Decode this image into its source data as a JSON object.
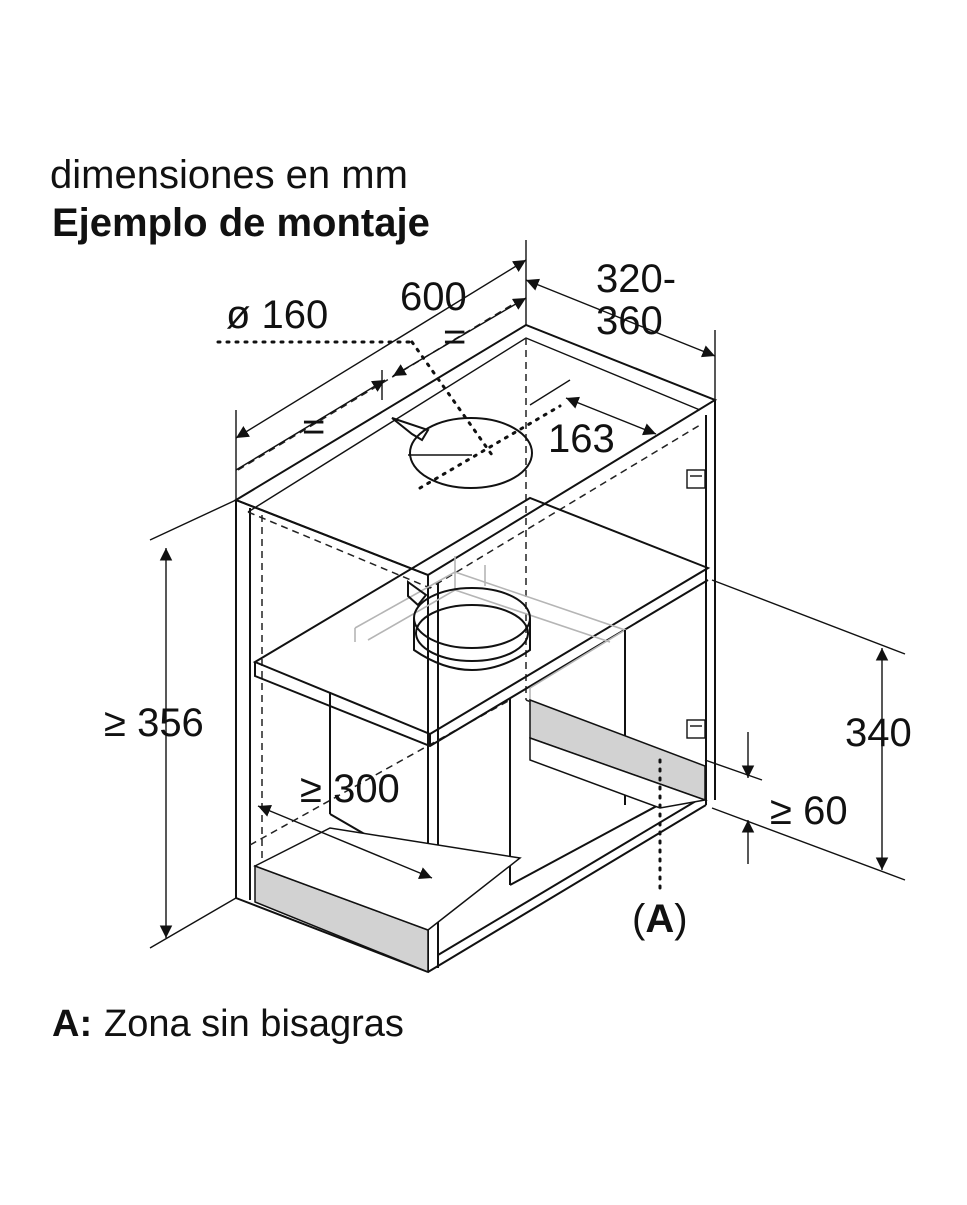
{
  "header": {
    "units": "dimensiones en mm",
    "title": "Ejemplo de montaje"
  },
  "dimensions": {
    "diameter": "ø 160",
    "width": "600",
    "equal_left": "=",
    "equal_right": "=",
    "depth": "320-\n360",
    "depth_line1": "320-",
    "depth_line2": "360",
    "offset": "163",
    "height_min": "≥ 356",
    "inner_width": "≥ 300",
    "shelf_height": "340",
    "plinth": "≥ 60",
    "zone_marker": "(A)",
    "zone_marker_letter": "A"
  },
  "legend": {
    "key": "A:",
    "text": "Zona sin bisagras"
  },
  "colors": {
    "line": "#111111",
    "zone_fill": "#d2d2d2",
    "ghost": "#b5b5b5"
  }
}
